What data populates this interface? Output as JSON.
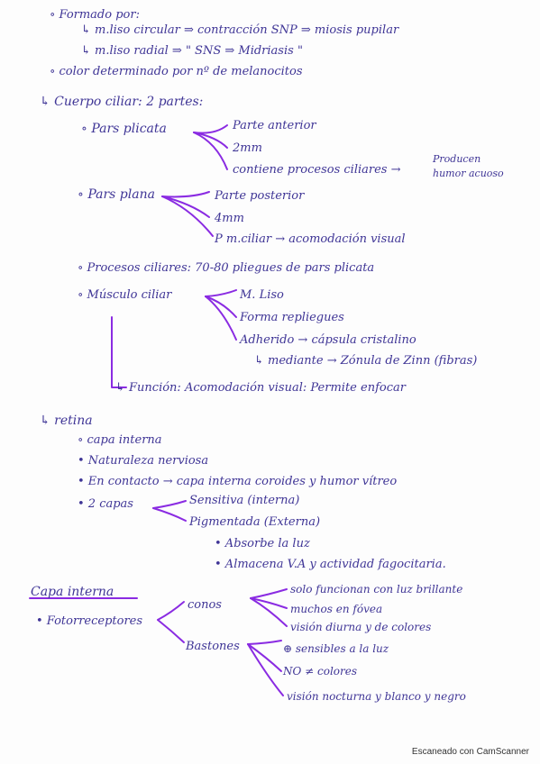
{
  "lines": {
    "l01": "∘ Formado por:",
    "l02": "↳ m.liso circular ⇒ contracción SNP ⇒ miosis pupilar",
    "l03": "↳ m.liso radial ⇒   \"   SNS ⇒ Midriasis    \"",
    "l04": "∘ color determinado por nº de melanocitos",
    "l05": "↳ Cuerpo ciliar: 2 partes:",
    "l06": "∘ Pars plicata",
    "l07": "Parte anterior",
    "l08": "2mm",
    "l09": "contiene procesos ciliares →",
    "l10": "Producen",
    "l11": "humor acuoso",
    "l12": "∘ Pars plana",
    "l13": "Parte posterior",
    "l14": "4mm",
    "l15": "P m.ciliar → acomodación visual",
    "l16": "∘ Procesos ciliares: 70-80 pliegues de pars plicata",
    "l17": "∘ Músculo ciliar",
    "l18": "M. Liso",
    "l19": "Forma repliegues",
    "l20": "Adherido → cápsula cristalino",
    "l21": "↳ mediante → Zónula de Zinn (fibras)",
    "l22": "↳ Función: Acomodación visual: Permite enfocar",
    "l23": "↳ retina",
    "l24": "∘ capa interna",
    "l25": "• Naturaleza nerviosa",
    "l26": "• En contacto → capa interna coroides y humor vítreo",
    "l27": "• 2 capas",
    "l28": "Sensitiva (interna)",
    "l29": "Pigmentada (Externa)",
    "l30": "• Absorbe la luz",
    "l31": "• Almacena V.A y actividad fagocitaria.",
    "l32": "Capa interna",
    "l33": "• Fotorreceptores",
    "l34": "conos",
    "l35": "solo funcionan con luz brillante",
    "l36": "muchos en fóvea",
    "l37": "visión diurna y de colores",
    "l38": "Bastones",
    "l39": "⊕ sensibles a la luz",
    "l40": "NO ≠ colores",
    "l41": "visión nocturna y blanco y negro"
  },
  "footer": "Escaneado con CamScanner",
  "colors": {
    "ink": "#3f3596",
    "marker": "#8a2be2"
  }
}
